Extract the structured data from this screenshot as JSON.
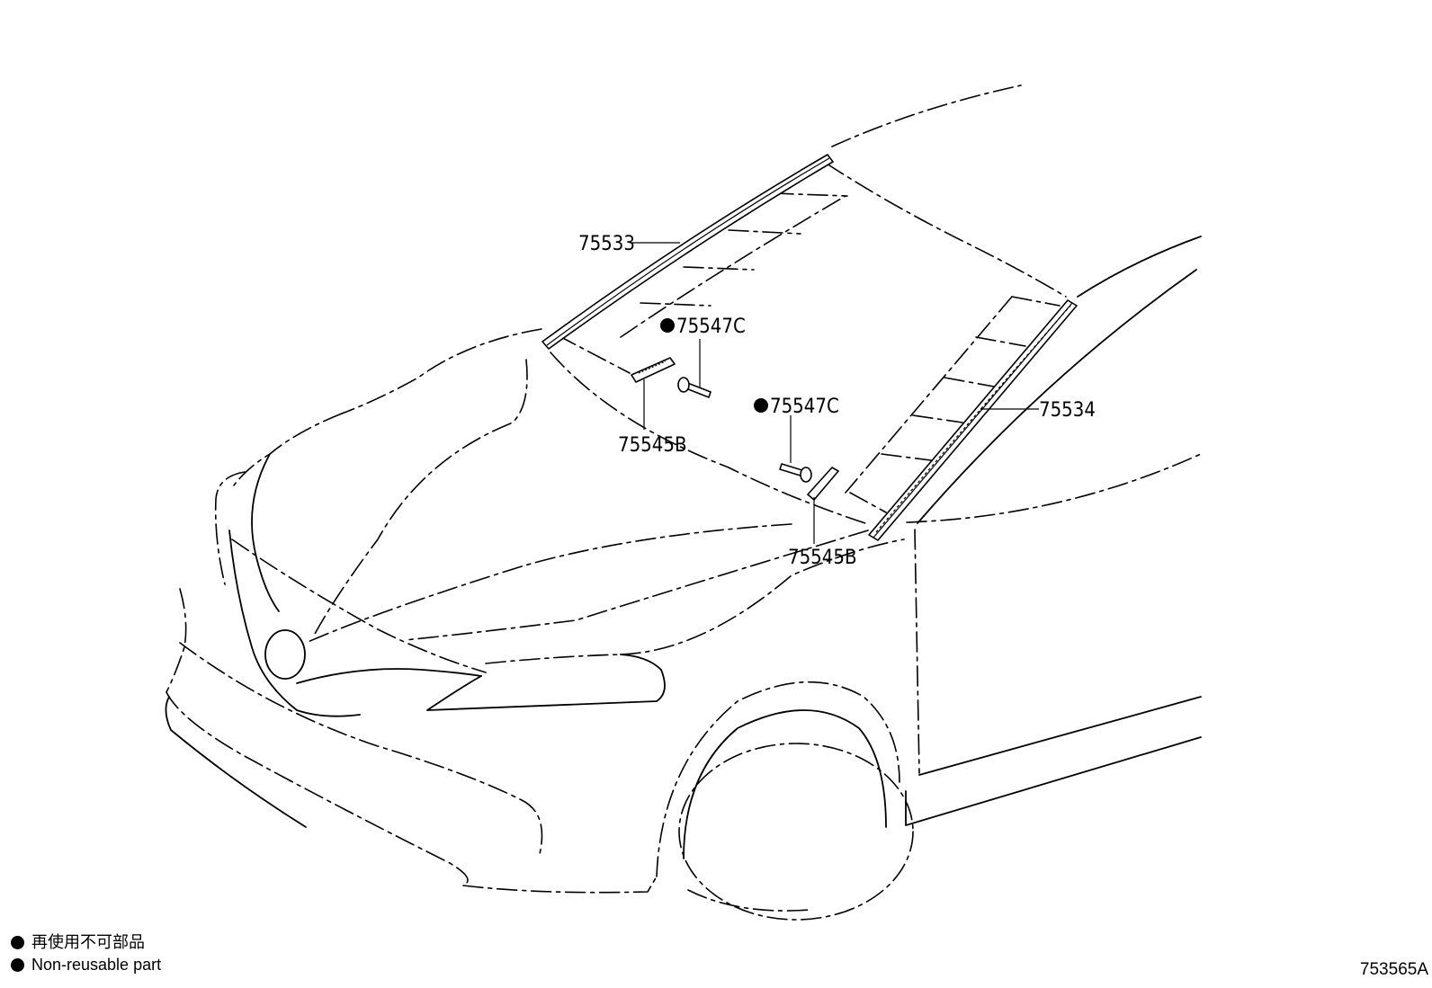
{
  "callouts": {
    "c75533": "75533",
    "c75534": "75534",
    "c75547c_a": "75547C",
    "c75547c_b": "75547C",
    "c75545b_a": "75545B",
    "c75545b_b": "75545B"
  },
  "legend": {
    "japanese": "再使用不可部品",
    "english": "Non-reusable part"
  },
  "figure_id": "753565A",
  "icons": {
    "non_reusable_marker": "filled-circle"
  }
}
